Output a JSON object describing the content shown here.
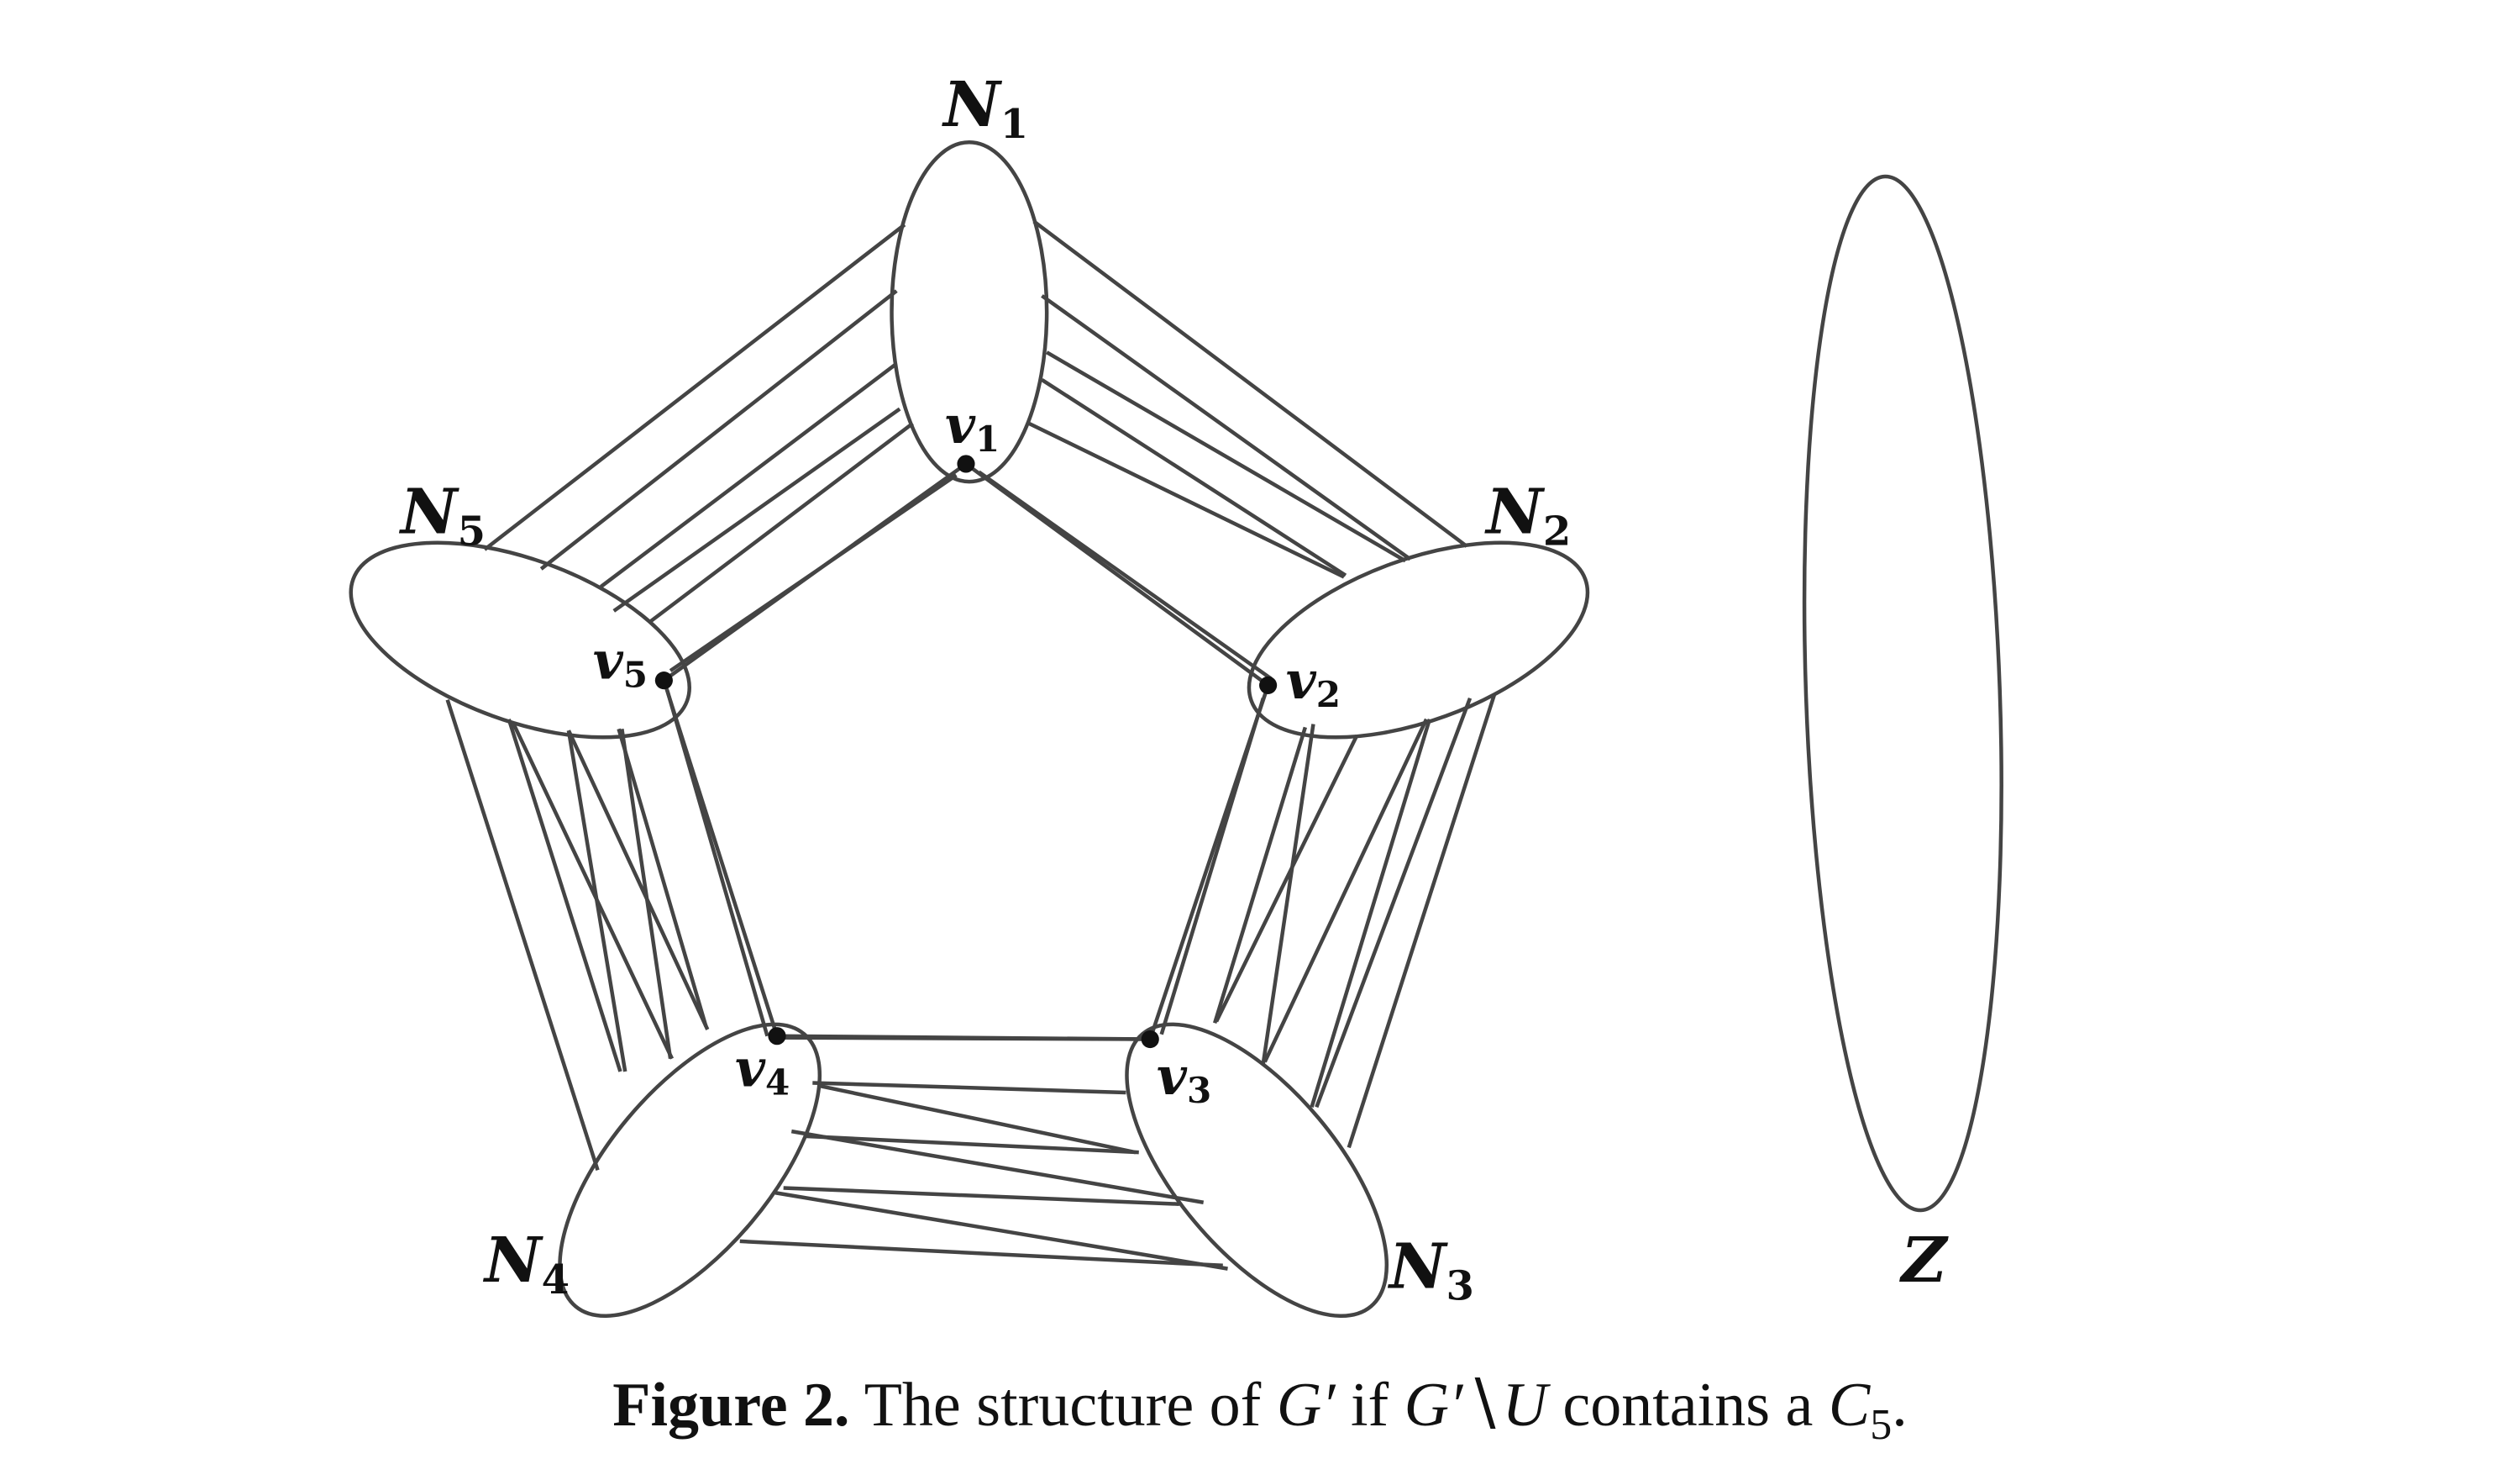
{
  "diagram": {
    "sets": [
      {
        "id": "N1",
        "name": "N",
        "sub": "1"
      },
      {
        "id": "N2",
        "name": "N",
        "sub": "2"
      },
      {
        "id": "N3",
        "name": "N",
        "sub": "3"
      },
      {
        "id": "N4",
        "name": "N",
        "sub": "4"
      },
      {
        "id": "N5",
        "name": "N",
        "sub": "5"
      },
      {
        "id": "Z",
        "name": "Z",
        "sub": ""
      }
    ],
    "vertices": [
      {
        "id": "v1",
        "name": "v",
        "sub": "1",
        "in": "N1"
      },
      {
        "id": "v2",
        "name": "v",
        "sub": "2",
        "in": "N2"
      },
      {
        "id": "v3",
        "name": "v",
        "sub": "3",
        "in": "N3"
      },
      {
        "id": "v4",
        "name": "v",
        "sub": "4",
        "in": "N4"
      },
      {
        "id": "v5",
        "name": "v",
        "sub": "5",
        "in": "N5"
      }
    ],
    "cycle": [
      "v1",
      "v2",
      "v3",
      "v4",
      "v5"
    ],
    "stroke_color": "#444444",
    "vertex_color": "#111111"
  },
  "caption": {
    "figure_label": "Figure 2.",
    "text_before": "The structure of",
    "g_prime": "G′",
    "if_word": "if",
    "setminus": "∖",
    "u": "U",
    "contains_a": "contains a",
    "c": "C",
    "c_sub": "5",
    "period": "."
  }
}
